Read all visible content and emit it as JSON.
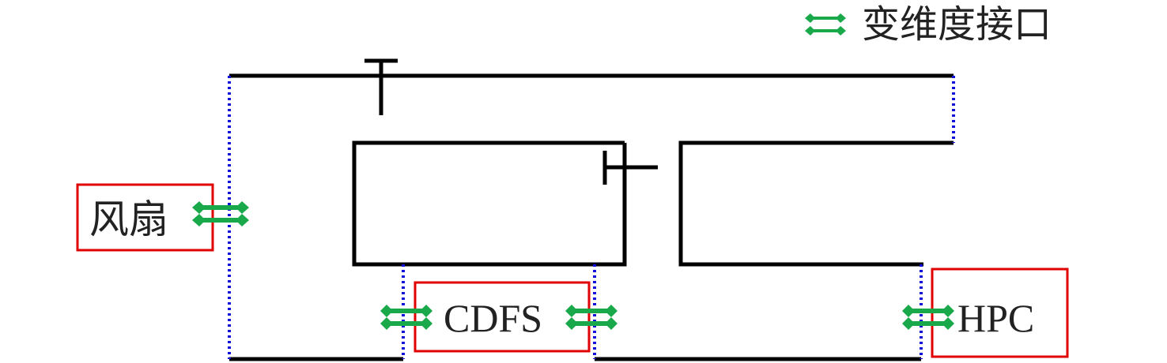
{
  "legend": {
    "icon": "variable-dimension-interface-icon",
    "label": "变维度接口"
  },
  "components": {
    "fan": {
      "label": "风扇"
    },
    "cdfs": {
      "label": "CDFS"
    },
    "hpc": {
      "label": "HPC"
    }
  },
  "colors": {
    "duct_line": "#000000",
    "interface_dotted": "#1010d8",
    "box_border": "#e00000",
    "interface_icon": "#19a84a"
  }
}
